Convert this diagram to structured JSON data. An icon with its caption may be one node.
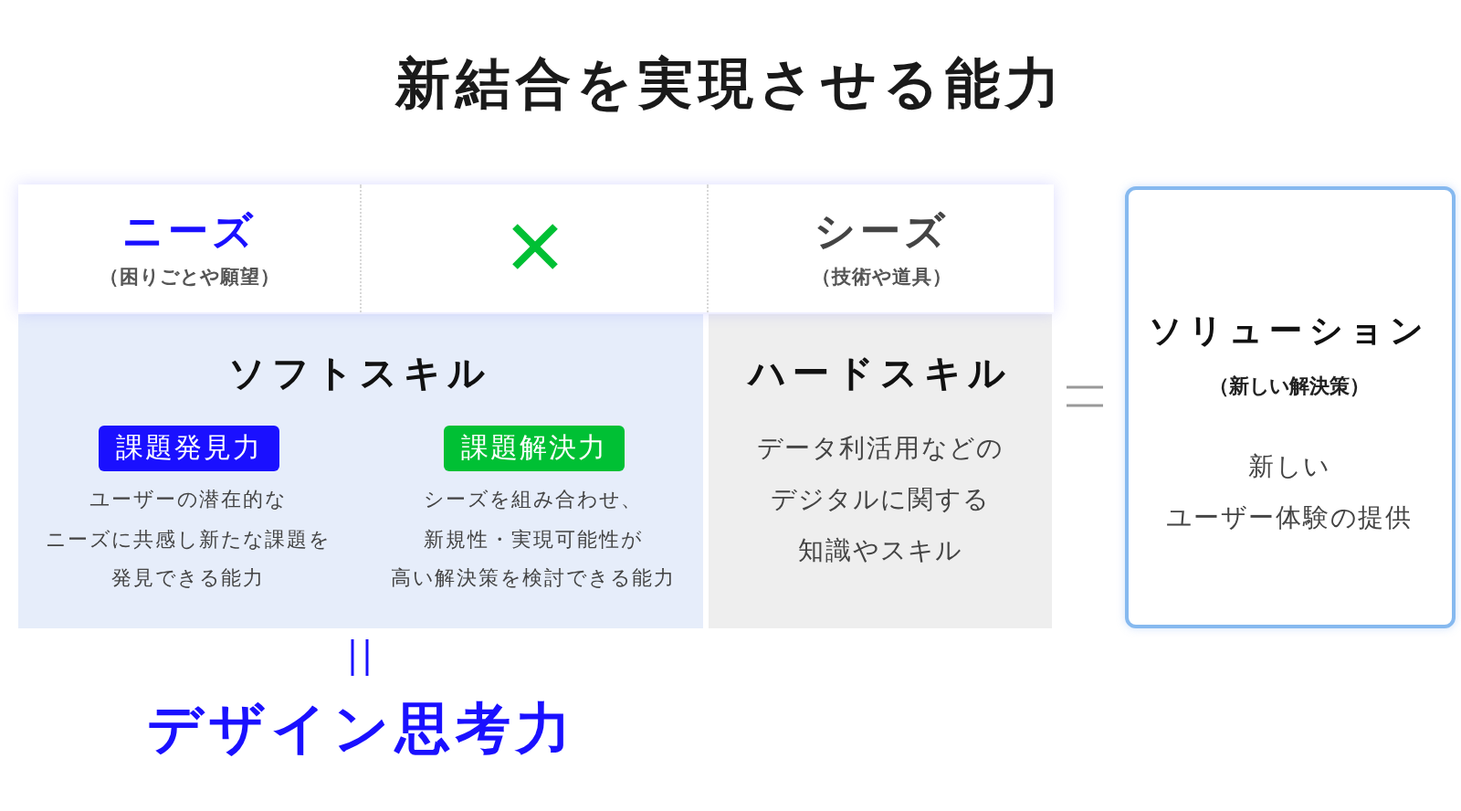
{
  "diagram": {
    "title": "新結合を実現させる能力",
    "nodes": [
      {
        "text": [
          "ニーズ",
          "（困りごとや願望）"
        ]
      },
      {
        "text": [
          "シーズ",
          "（技術や道具）"
        ]
      },
      {
        "text": [
          "ソフトスキル"
        ]
      },
      {
        "text": [
          "課題発見力"
        ],
        "in": 2,
        "beside": [
          "ユーザーの潜在的なニーズに共感し新たな課題を発見できる能力"
        ]
      },
      {
        "text": [
          "課題解決力"
        ],
        "in": 2,
        "beside": [
          "シーズを組み合わせ、新規性・実現可能性が高い解決策を検討できる能力"
        ]
      },
      {
        "text": [
          "ハードスキル",
          "データ利活用などのデジタルに関する知識やスキル"
        ]
      },
      {
        "text": [
          "ソリューション",
          "（新しい解決策）",
          "新しいユーザー体験の提供"
        ]
      }
    ],
    "labels": [
      "デザイン思考力"
    ]
  }
}
